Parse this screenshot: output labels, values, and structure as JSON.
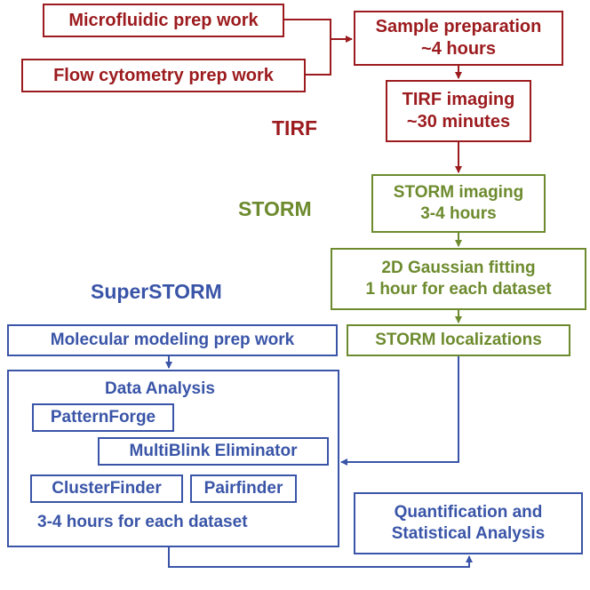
{
  "colors": {
    "tirf": "#9c1b1e",
    "storm": "#6d8b2e",
    "superstorm": "#3a55a8"
  },
  "sections": {
    "tirf": "TIRF",
    "storm": "STORM",
    "superstorm": "SuperSTORM"
  },
  "tirf_nodes": {
    "microfluidic": "Microfluidic prep work",
    "flow_cytometry": "Flow cytometry prep work",
    "sample_prep": {
      "line1": "Sample preparation",
      "line2": "~4 hours"
    },
    "tirf_imaging": {
      "line1": "TIRF imaging",
      "line2": "~30 minutes"
    }
  },
  "storm_nodes": {
    "storm_imaging": {
      "line1": "STORM imaging",
      "line2": "3-4 hours"
    },
    "gaussian_fitting": {
      "line1": "2D Gaussian fitting",
      "line2": "1 hour for each dataset"
    },
    "localizations": "STORM localizations"
  },
  "superstorm_nodes": {
    "modeling": "Molecular modeling prep work",
    "data_analysis": {
      "title": "Data Analysis",
      "patternforge": "PatternForge",
      "multiblink": "MultiBlink Eliminator",
      "clusterfinder": "ClusterFinder",
      "pairfinder": "Pairfinder",
      "duration": "3-4 hours for each dataset"
    },
    "quantification": {
      "line1": "Quantification and",
      "line2": "Statistical Analysis"
    }
  }
}
